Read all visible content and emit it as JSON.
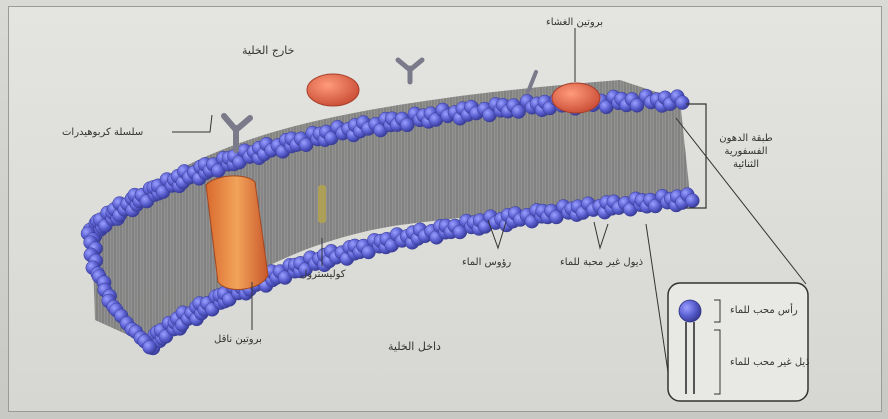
{
  "labels": {
    "outside_cell": "خارج الخلية",
    "inside_cell": "داخل الخلية",
    "membrane_protein": "بروتين الغشاء",
    "glycoprotein_chain": "سلسلة كربوهيدرات",
    "channel_protein": "بروتين ناقل",
    "cholesterol": "كوليسترول",
    "hydrophilic_heads": "رؤوس الماء",
    "hydrophobic_tails": "ذيول غير محبة للماء",
    "phospholipid_bilayer": "طبقة الدهون الفسفورية الثنائية",
    "inset_head": "رأس محب للماء",
    "inset_tail": "ذيل غير محب للماء"
  },
  "colors": {
    "head_blue": "#5a5fd0",
    "tail_grey": "#6a6a6a",
    "protein_red": "#e0664a",
    "channel_orange": "#e98a4a"
  }
}
